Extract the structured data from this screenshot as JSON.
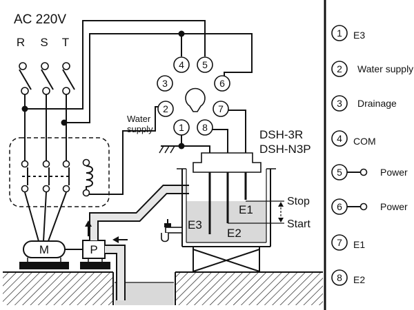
{
  "supply": {
    "title": "AC 220V",
    "phases": [
      "R",
      "S",
      "T"
    ]
  },
  "water_supply_label": [
    "Water",
    "supply"
  ],
  "model": {
    "line1": "DSH-3R",
    "line2": "DSH-N3P"
  },
  "socket_pins": [
    "1",
    "2",
    "3",
    "4",
    "5",
    "6",
    "7",
    "8"
  ],
  "electrodes": [
    "E1",
    "E2",
    "E3"
  ],
  "level_marks": {
    "stop": "Stop",
    "start": "Start"
  },
  "motor_label": "M",
  "pump_label": "P",
  "legend": [
    {
      "num": "1",
      "text": "E3"
    },
    {
      "num": "2",
      "text": "Water supply"
    },
    {
      "num": "3",
      "text": "Drainage"
    },
    {
      "num": "4",
      "text": "COM"
    },
    {
      "num": "5",
      "text": "Power"
    },
    {
      "num": "6",
      "text": "Power"
    },
    {
      "num": "7",
      "text": "E1"
    },
    {
      "num": "8",
      "text": "E2"
    }
  ]
}
